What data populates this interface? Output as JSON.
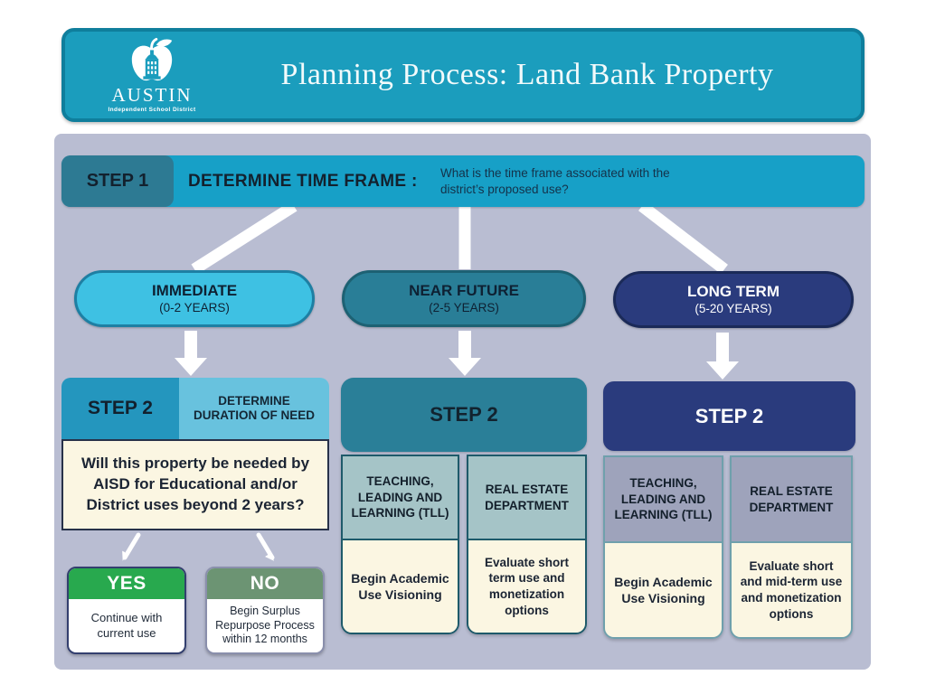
{
  "header": {
    "title": "Planning Process: Land Bank Property",
    "logo_name": "AUSTIN",
    "logo_subtitle": "Independent School District"
  },
  "step1": {
    "label": "STEP 1",
    "heading": "DETERMINE TIME FRAME :",
    "question": "What is the time frame associated with the district’s proposed use?"
  },
  "timeframes": [
    {
      "title": "IMMEDIATE",
      "subtitle": "(0-2 YEARS)"
    },
    {
      "title": "NEAR FUTURE",
      "subtitle": "(2-5 YEARS)"
    },
    {
      "title": "LONG TERM",
      "subtitle": "(5-20 YEARS)"
    }
  ],
  "left": {
    "step_label": "STEP 2",
    "sub_label": "DETERMINE DURATION OF NEED",
    "question": "Will this property be needed by AISD for Educational and/or District uses beyond 2 years?",
    "yes": {
      "label": "YES",
      "body": "Continue with current use"
    },
    "no": {
      "label": "NO",
      "body": "Begin Surplus Repurpose Process within 12 months"
    }
  },
  "middle": {
    "step_label": "STEP 2",
    "columns": [
      {
        "header": "TEACHING, LEADING AND LEARNING (TLL)",
        "body": "Begin Academic Use Visioning"
      },
      {
        "header": "REAL ESTATE DEPARTMENT",
        "body": "Evaluate short term use and monetization options"
      }
    ]
  },
  "right": {
    "step_label": "STEP 2",
    "columns": [
      {
        "header": "TEACHING, LEADING AND LEARNING (TLL)",
        "body": "Begin Academic Use Visioning"
      },
      {
        "header": "REAL ESTATE DEPARTMENT",
        "body": "Evaluate short and mid-term use and monetization options"
      }
    ]
  },
  "colors": {
    "header_teal": "#1B9DBD",
    "header_border": "#0F7E9C",
    "panel_lavender": "#B9BDD2",
    "step1_bar": "#17A0C7",
    "step1_label_box": "#2D7A93",
    "immediate_pill": "#3EC1E3",
    "near_future_pill": "#297E97",
    "long_term_pill": "#2A3B7D",
    "left_step2": "#2496BE",
    "left_sub": "#68C2DE",
    "cream_box": "#FBF6E2",
    "yes_green": "#28A94E",
    "no_sage": "#6C9473",
    "mid_col_header": "#A5C4C7",
    "right_col_header": "#9EA3BB",
    "arrow_white": "#FFFFFF"
  }
}
